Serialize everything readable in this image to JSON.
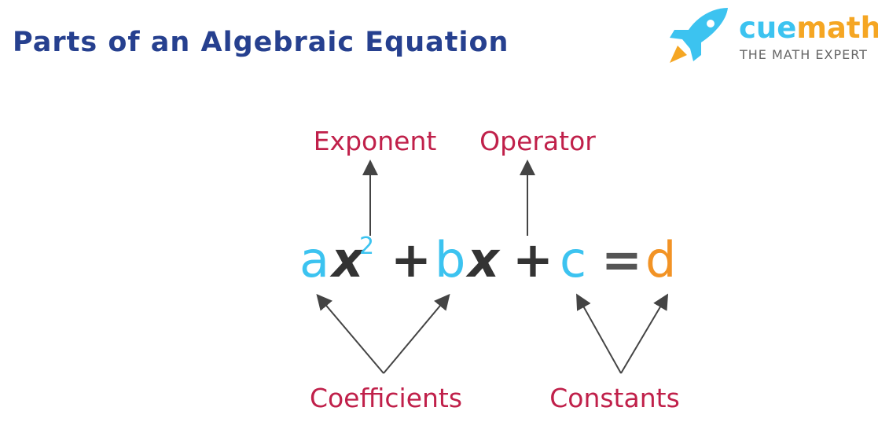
{
  "title": "Parts of an Algebraic Equation",
  "logo": {
    "brand_part1": "cue",
    "brand_part2": "math",
    "tagline": "THE MATH EXPERT"
  },
  "labels": {
    "exponent": "Exponent",
    "operator": "Operator",
    "coefficients": "Coefficients",
    "constants": "Constants"
  },
  "equation": {
    "a": "a",
    "x1": "x",
    "exp": "2",
    "plus1": "+",
    "b": "b",
    "x2": "x",
    "plus2": "+",
    "c": "c",
    "eq": "=",
    "d": "d"
  },
  "colors": {
    "title": "#26408f",
    "label": "#c0204a",
    "variable": "#3cc3f0",
    "constant": "#f29325",
    "operator": "#333333"
  }
}
